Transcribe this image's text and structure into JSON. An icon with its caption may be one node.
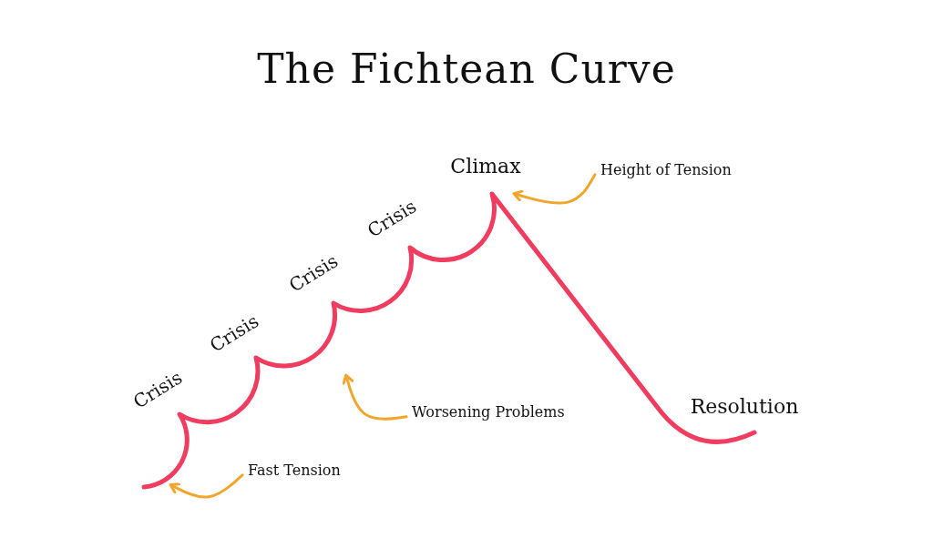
{
  "diagram": {
    "title": "The Fichtean Curve",
    "nodes": [
      {
        "text": [
          "Height of Tension"
        ]
      },
      {
        "text": [
          "Worsening Problems"
        ]
      },
      {
        "text": [
          "Fast Tension"
        ]
      }
    ],
    "edges": [
      {
        "from": 0,
        "to": null,
        "arrow": "to"
      },
      {
        "from": 1,
        "to": null,
        "arrow": "to"
      },
      {
        "from": 2,
        "to": null,
        "arrow": "to"
      }
    ],
    "labels": [
      "Climax",
      "Crisis",
      "Crisis",
      "Crisis",
      "Crisis",
      "Resolution"
    ]
  }
}
